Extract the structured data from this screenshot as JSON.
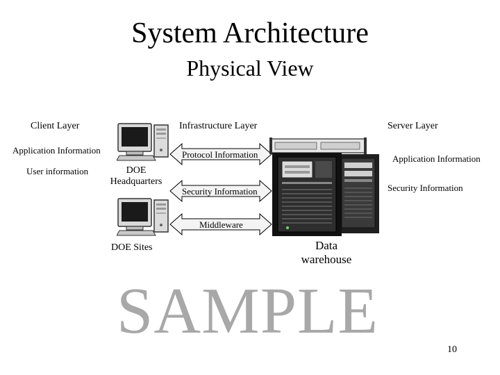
{
  "title": "System Architecture",
  "subtitle": "Physical View",
  "layers": {
    "client": "Client Layer",
    "infrastructure": "Infrastructure Layer",
    "server": "Server Layer"
  },
  "client": {
    "application_information": "Application Information",
    "user_information": "User information",
    "doe_headquarters_line1": "DOE",
    "doe_headquarters_line2": "Headquarters",
    "doe_sites": "DOE Sites"
  },
  "infrastructure": {
    "protocol_information": "Protocol Information",
    "security_information": "Security Information",
    "middleware": "Middleware"
  },
  "server": {
    "application_information": "Application Information",
    "security_information": "Security Information",
    "data_warehouse_line1": "Data",
    "data_warehouse_line2": "warehouse"
  },
  "watermark": "SAMPLE",
  "page_number": "10"
}
